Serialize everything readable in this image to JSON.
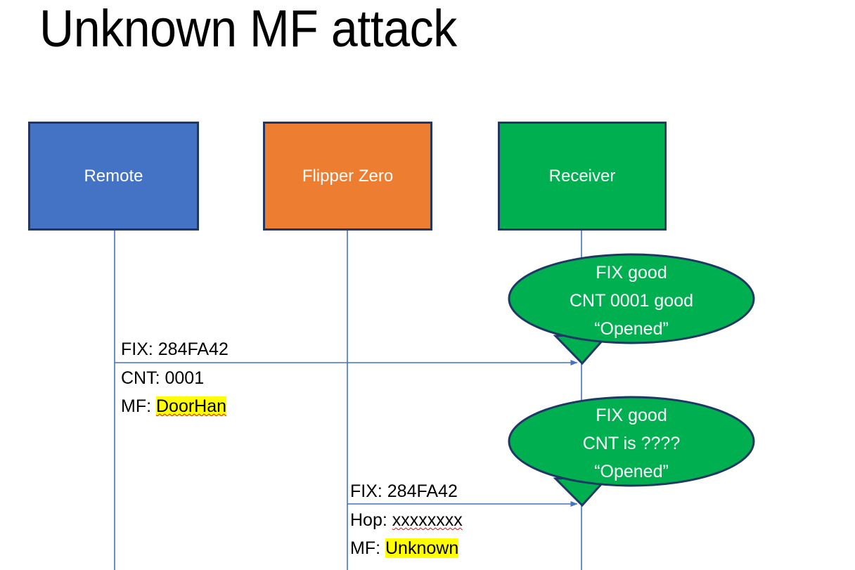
{
  "slide": {
    "title": "Unknown MF attack",
    "background": "#ffffff"
  },
  "colors": {
    "remote_fill": "#4472C4",
    "flipper_fill": "#ED7D31",
    "receiver_fill": "#00B050",
    "box_border": "#1F3864",
    "callout_fill": "#00B050",
    "callout_border": "#1F3864",
    "line": "#4472C4",
    "highlight": "#FFFF00",
    "spellcheck": "#FF0000",
    "text_dark": "#000000",
    "text_light": "#ffffff"
  },
  "actors": [
    {
      "id": "remote",
      "label": "Remote"
    },
    {
      "id": "flipper",
      "label": "Flipper Zero"
    },
    {
      "id": "receiver",
      "label": "Receiver"
    }
  ],
  "messages": [
    {
      "id": "msg1",
      "from": "remote",
      "to": "receiver",
      "line1": "FIX: 284FA42",
      "line2": "CNT: 0001",
      "line3_prefix": "MF: ",
      "line3_value": "DoorHan",
      "line3_highlighted": true,
      "line3_spellchecked": true
    },
    {
      "id": "msg2",
      "from": "flipper",
      "to": "receiver",
      "line1": "FIX: 284FA42",
      "line2_prefix": "Hop: ",
      "line2_value": "xxxxxxxx",
      "line2_spellchecked": true,
      "line3_prefix": "MF: ",
      "line3_value": "Unknown",
      "line3_highlighted": true,
      "line3_spellchecked": false
    }
  ],
  "callouts": [
    {
      "id": "callout1",
      "line1": "FIX good",
      "line2": "CNT 0001 good",
      "line3": "“Opened”"
    },
    {
      "id": "callout2",
      "line1": "FIX good",
      "line2": "CNT is ????",
      "line3": "“Opened”"
    }
  ]
}
